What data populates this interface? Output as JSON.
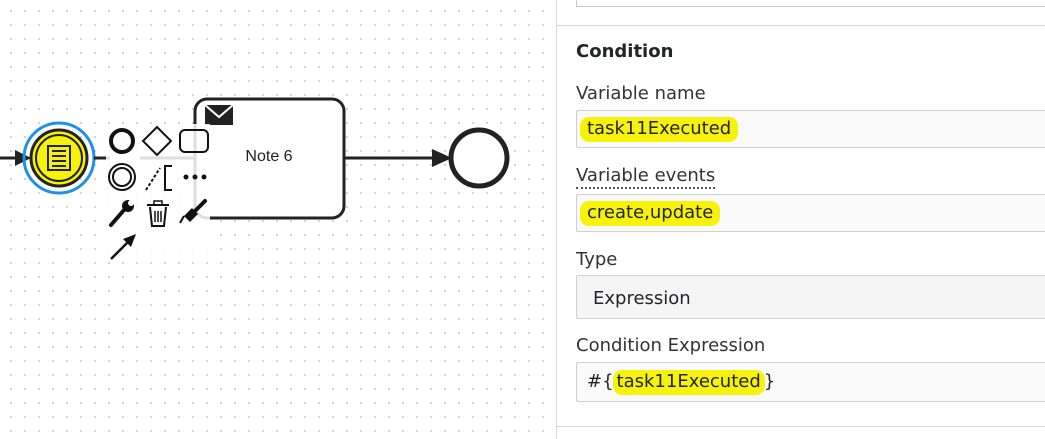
{
  "diagram": {
    "task_label": "Note 6",
    "context_pad": {
      "icons": [
        "end-event-icon",
        "gateway-icon",
        "task-icon",
        "intermediate-event-icon",
        "association-icon",
        "text-annotation-icon",
        "more-icon",
        "wrench-icon",
        "trash-icon",
        "paint-brush-icon",
        "connect-arrow-icon"
      ]
    },
    "colors": {
      "selection": "#1e90e6",
      "highlight": "#f7f20a",
      "stroke": "#222222"
    }
  },
  "panel": {
    "section_title": "Condition",
    "variable_name": {
      "label": "Variable name",
      "value": "task11Executed"
    },
    "variable_events": {
      "label": "Variable events",
      "value": "create,update"
    },
    "type": {
      "label": "Type",
      "selected": "Expression"
    },
    "condition_expression": {
      "label": "Condition Expression",
      "prefix": "#{",
      "highlighted": "task11Executed",
      "suffix": "}"
    }
  }
}
